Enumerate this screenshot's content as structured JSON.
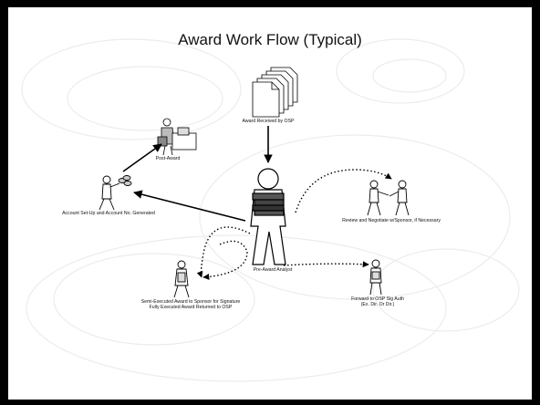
{
  "slide": {
    "title": "Award Work Flow (Typical)"
  },
  "labels": {
    "award_received": "Award Received by OSP",
    "post_award": "Post-Award",
    "account_setup": "Account Set-Up and Account No. Generated",
    "review_negotiate": "Review and Negotiate w/Sponsor, if Necessary",
    "pre_award": "Pre-Award Analyst",
    "semi_executed_line1": "Semi-Executed  Award to Sponsor for Signature",
    "semi_executed_line2": "Fully Executed Award Returned to OSP",
    "forward_line1": "Forward to OSP  Sig Auth",
    "forward_line2": "(Ex. Dir. Or Dir.)"
  }
}
